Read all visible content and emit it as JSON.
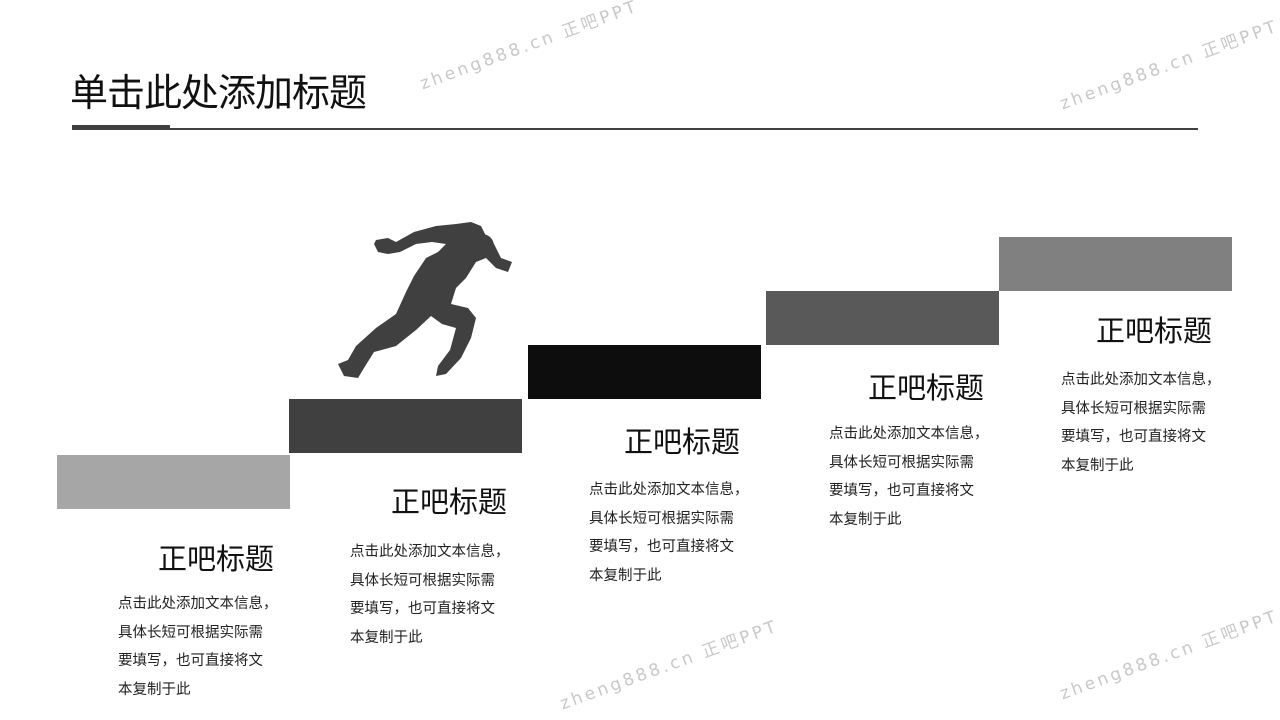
{
  "title": "单击此处添加标题",
  "watermark": "zheng888.cn 正吧PPT",
  "steps": [
    {
      "title": "正吧标题",
      "lines": [
        "点击此处添加文本信息，",
        "具体长短可根据实际需",
        "要填写，也可直接将文",
        "本复制于此"
      ],
      "color": "#a6a6a6"
    },
    {
      "title": "正吧标题",
      "lines": [
        "点击此处添加文本信息，",
        "具体长短可根据实际需",
        "要填写，也可直接将文",
        "本复制于此"
      ],
      "color": "#404040"
    },
    {
      "title": "正吧标题",
      "lines": [
        "点击此处添加文本信息，",
        "具体长短可根据实际需",
        "要填写，也可直接将文",
        "本复制于此"
      ],
      "color": "#0d0d0d"
    },
    {
      "title": "正吧标题",
      "lines": [
        "点击此处添加文本信息，",
        "具体长短可根据实际需",
        "要填写，也可直接将文",
        "本复制于此"
      ],
      "color": "#595959"
    },
    {
      "title": "正吧标题",
      "lines": [
        "点击此处添加文本信息，",
        "具体长短可根据实际需",
        "要填写，也可直接将文",
        "本复制于此"
      ],
      "color": "#808080"
    }
  ]
}
